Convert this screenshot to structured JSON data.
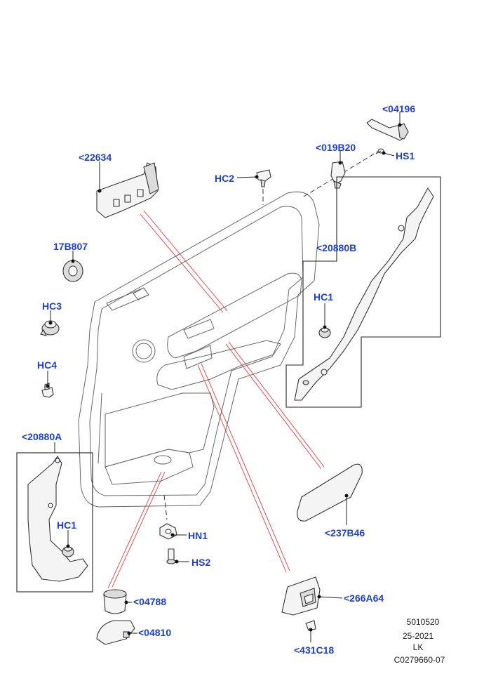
{
  "labels": {
    "l04196": "<04196",
    "l019B20": "<019B20",
    "lHS1": "HS1",
    "l22634": "<22634",
    "lHC2": "HC2",
    "l17B807": "17B807",
    "l20880B": "<20880B",
    "lHC3": "HC3",
    "lHC1a": "HC1",
    "lHC4": "HC4",
    "l20880A": "<20880A",
    "lHC1b": "HC1",
    "lHN1": "HN1",
    "lHS2": "HS2",
    "l237B46": "<237B46",
    "l04788": "<04788",
    "l266A64": "<266A64",
    "l04810": "<04810",
    "l431C18": "<431C18"
  },
  "meta": {
    "line1": "5010520",
    "line2": "25-2021",
    "line3": "LK",
    "line4": "C0279660-07"
  },
  "colors": {
    "label": "#1f3fcf",
    "leader_red": "#e23b3b"
  }
}
